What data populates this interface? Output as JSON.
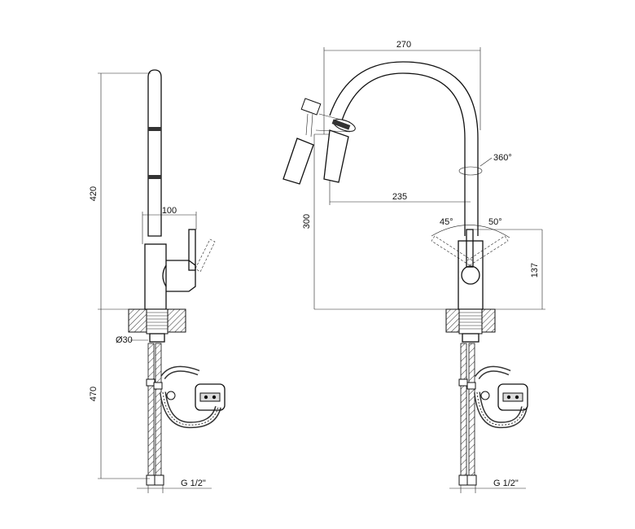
{
  "side_view": {
    "dim_height_spout": "420",
    "dim_lever_reach": "100",
    "dim_hole_diameter": "Ø30",
    "dim_hose_length": "470",
    "dim_thread": "G 1/2\""
  },
  "front_view": {
    "dim_total_width": "270",
    "dim_spout_reach": "235",
    "dim_spout_height": "300",
    "dim_lever_height": "137",
    "angle_swivel": "360°",
    "angle_left": "45°",
    "angle_right": "50°",
    "dim_thread": "G 1/2\""
  }
}
